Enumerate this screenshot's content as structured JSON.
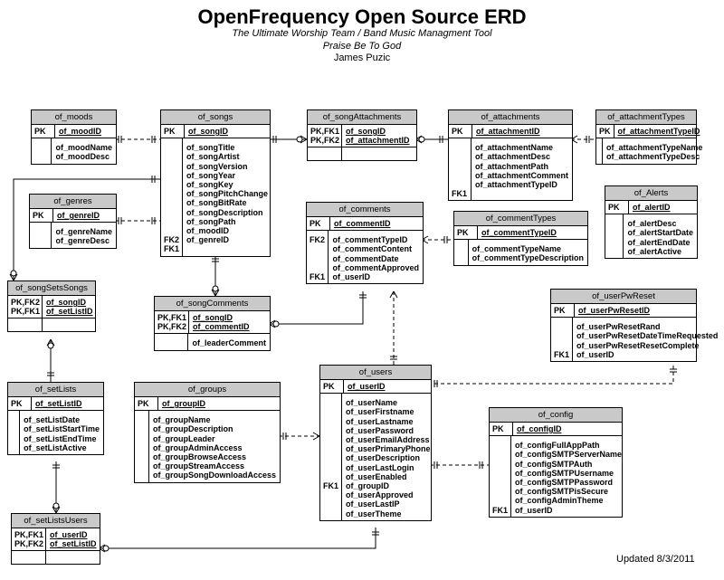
{
  "header": {
    "title": "OpenFrequency Open Source ERD",
    "subtitle1": "The Ultimate Worship Team / Band Music Managment Tool",
    "subtitle2": "Praise Be To God",
    "author": "James Puzic",
    "updated": "Updated 8/3/2011"
  },
  "entities": [
    {
      "id": "of_moods",
      "name": "of_moods",
      "pk_keys": "PK",
      "pk_fields": "of_moodID",
      "keys": "",
      "fields": "of_moodName\nof_moodDesc"
    },
    {
      "id": "of_songs",
      "name": "of_songs",
      "pk_keys": "PK",
      "pk_fields": "of_songID",
      "keys": "\n\n\n\n\n\n\n\n\n\nFK2\nFK1",
      "fields": "of_songTitle\nof_songArtist\nof_songVersion\nof_songYear\nof_songKey\nof_songPitchChange\nof_songBitRate\nof_songDescription\nof_songPath\nof_moodID\nof_genreID"
    },
    {
      "id": "of_songAttachments",
      "name": "of_songAttachments",
      "pk_keys": "PK,FK1\nPK,FK2",
      "pk_fields": "of_songID\nof_attachmentID",
      "keys": "",
      "fields": ""
    },
    {
      "id": "of_attachments",
      "name": "of_attachments",
      "pk_keys": "PK",
      "pk_fields": "of_attachmentID",
      "keys": "\n\n\n\n\nFK1",
      "fields": "of_attachmentName\nof_attachmentDesc\nof_attachmentPath\nof_attachmentComment\nof_attachmentTypeID"
    },
    {
      "id": "of_attachmentTypes",
      "name": "of_attachmentTypes",
      "pk_keys": "PK",
      "pk_fields": "of_attachmentTypeID",
      "keys": "",
      "fields": "of_attachmentTypeName\nof_attachmentTypeDesc"
    },
    {
      "id": "of_genres",
      "name": "of_genres",
      "pk_keys": "PK",
      "pk_fields": "of_genreID",
      "keys": "",
      "fields": "of_genreName\nof_genreDesc"
    },
    {
      "id": "of_comments",
      "name": "of_comments",
      "pk_keys": "PK",
      "pk_fields": "of_commentID",
      "keys": "FK2\n\n\n\nFK1",
      "fields": "of_commentTypeID\nof_commentContent\nof_commentDate\nof_commentApproved\nof_userID"
    },
    {
      "id": "of_commentTypes",
      "name": "of_commentTypes",
      "pk_keys": "PK",
      "pk_fields": "of_commentTypeID",
      "keys": "",
      "fields": "of_commentTypeName\nof_commentTypeDescription"
    },
    {
      "id": "of_Alerts",
      "name": "of_Alerts",
      "pk_keys": "PK",
      "pk_fields": "of_alertID",
      "keys": "",
      "fields": "of_alertDesc\nof_alertStartDate\nof_alertEndDate\nof_alertActive"
    },
    {
      "id": "of_songSetsSongs",
      "name": "of_songSetsSongs",
      "pk_keys": "PK,FK2\nPK,FK1",
      "pk_fields": "of_songID\nof_setListID",
      "keys": "",
      "fields": ""
    },
    {
      "id": "of_songComments",
      "name": "of_songComments",
      "pk_keys": "PK,FK1\nPK,FK2",
      "pk_fields": "of_songID\nof_commentID",
      "keys": "",
      "fields": "of_leaderComment"
    },
    {
      "id": "of_userPwReset",
      "name": "of_userPwReset",
      "pk_keys": "PK",
      "pk_fields": "of_userPwResetID",
      "keys": "\n\n\nFK1",
      "fields": "of_userPwResetRand\nof_userPwResetDateTimeRequested\nof_userPwResetResetComplete\nof_userID"
    },
    {
      "id": "of_setLists",
      "name": "of_setLists",
      "pk_keys": "PK",
      "pk_fields": "of_setListID",
      "keys": "",
      "fields": "of_setListDate\nof_setListStartTime\nof_setListEndTime\nof_setListActive"
    },
    {
      "id": "of_groups",
      "name": "of_groups",
      "pk_keys": "PK",
      "pk_fields": "of_groupID",
      "keys": "",
      "fields": "of_groupName\nof_groupDescription\nof_groupLeader\nof_groupAdminAccess\nof_groupBrowseAccess\nof_groupStreamAccess\nof_groupSongDownloadAccess"
    },
    {
      "id": "of_users",
      "name": "of_users",
      "pk_keys": "PK",
      "pk_fields": "of_userID",
      "keys": "\n\n\n\n\n\n\n\n\nFK1",
      "fields": "of_userName\nof_userFirstname\nof_userLastname\nof_userPassword\nof_userEmailAddress\nof_userPrimaryPhone\nof_userDescription\nof_userLastLogin\nof_userEnabled\nof_groupID\nof_userApproved\nof_userLastIP\nof_userTheme"
    },
    {
      "id": "of_config",
      "name": "of_config",
      "pk_keys": "PK",
      "pk_fields": "of_configID",
      "keys": "\n\n\n\n\n\n\nFK1",
      "fields": "of_configFullAppPath\nof_configSMTPServerName\nof_configSMTPAuth\nof_configSMTPUsername\nof_configSMTPPassword\nof_configSMTPisSecure\nof_configAdminTheme\nof_userID"
    },
    {
      "id": "of_setListsUsers",
      "name": "of_setListsUsers",
      "pk_keys": "PK,FK1\nPK,FK2",
      "pk_fields": "of_userID\nof_setListID",
      "keys": "",
      "fields": ""
    }
  ]
}
